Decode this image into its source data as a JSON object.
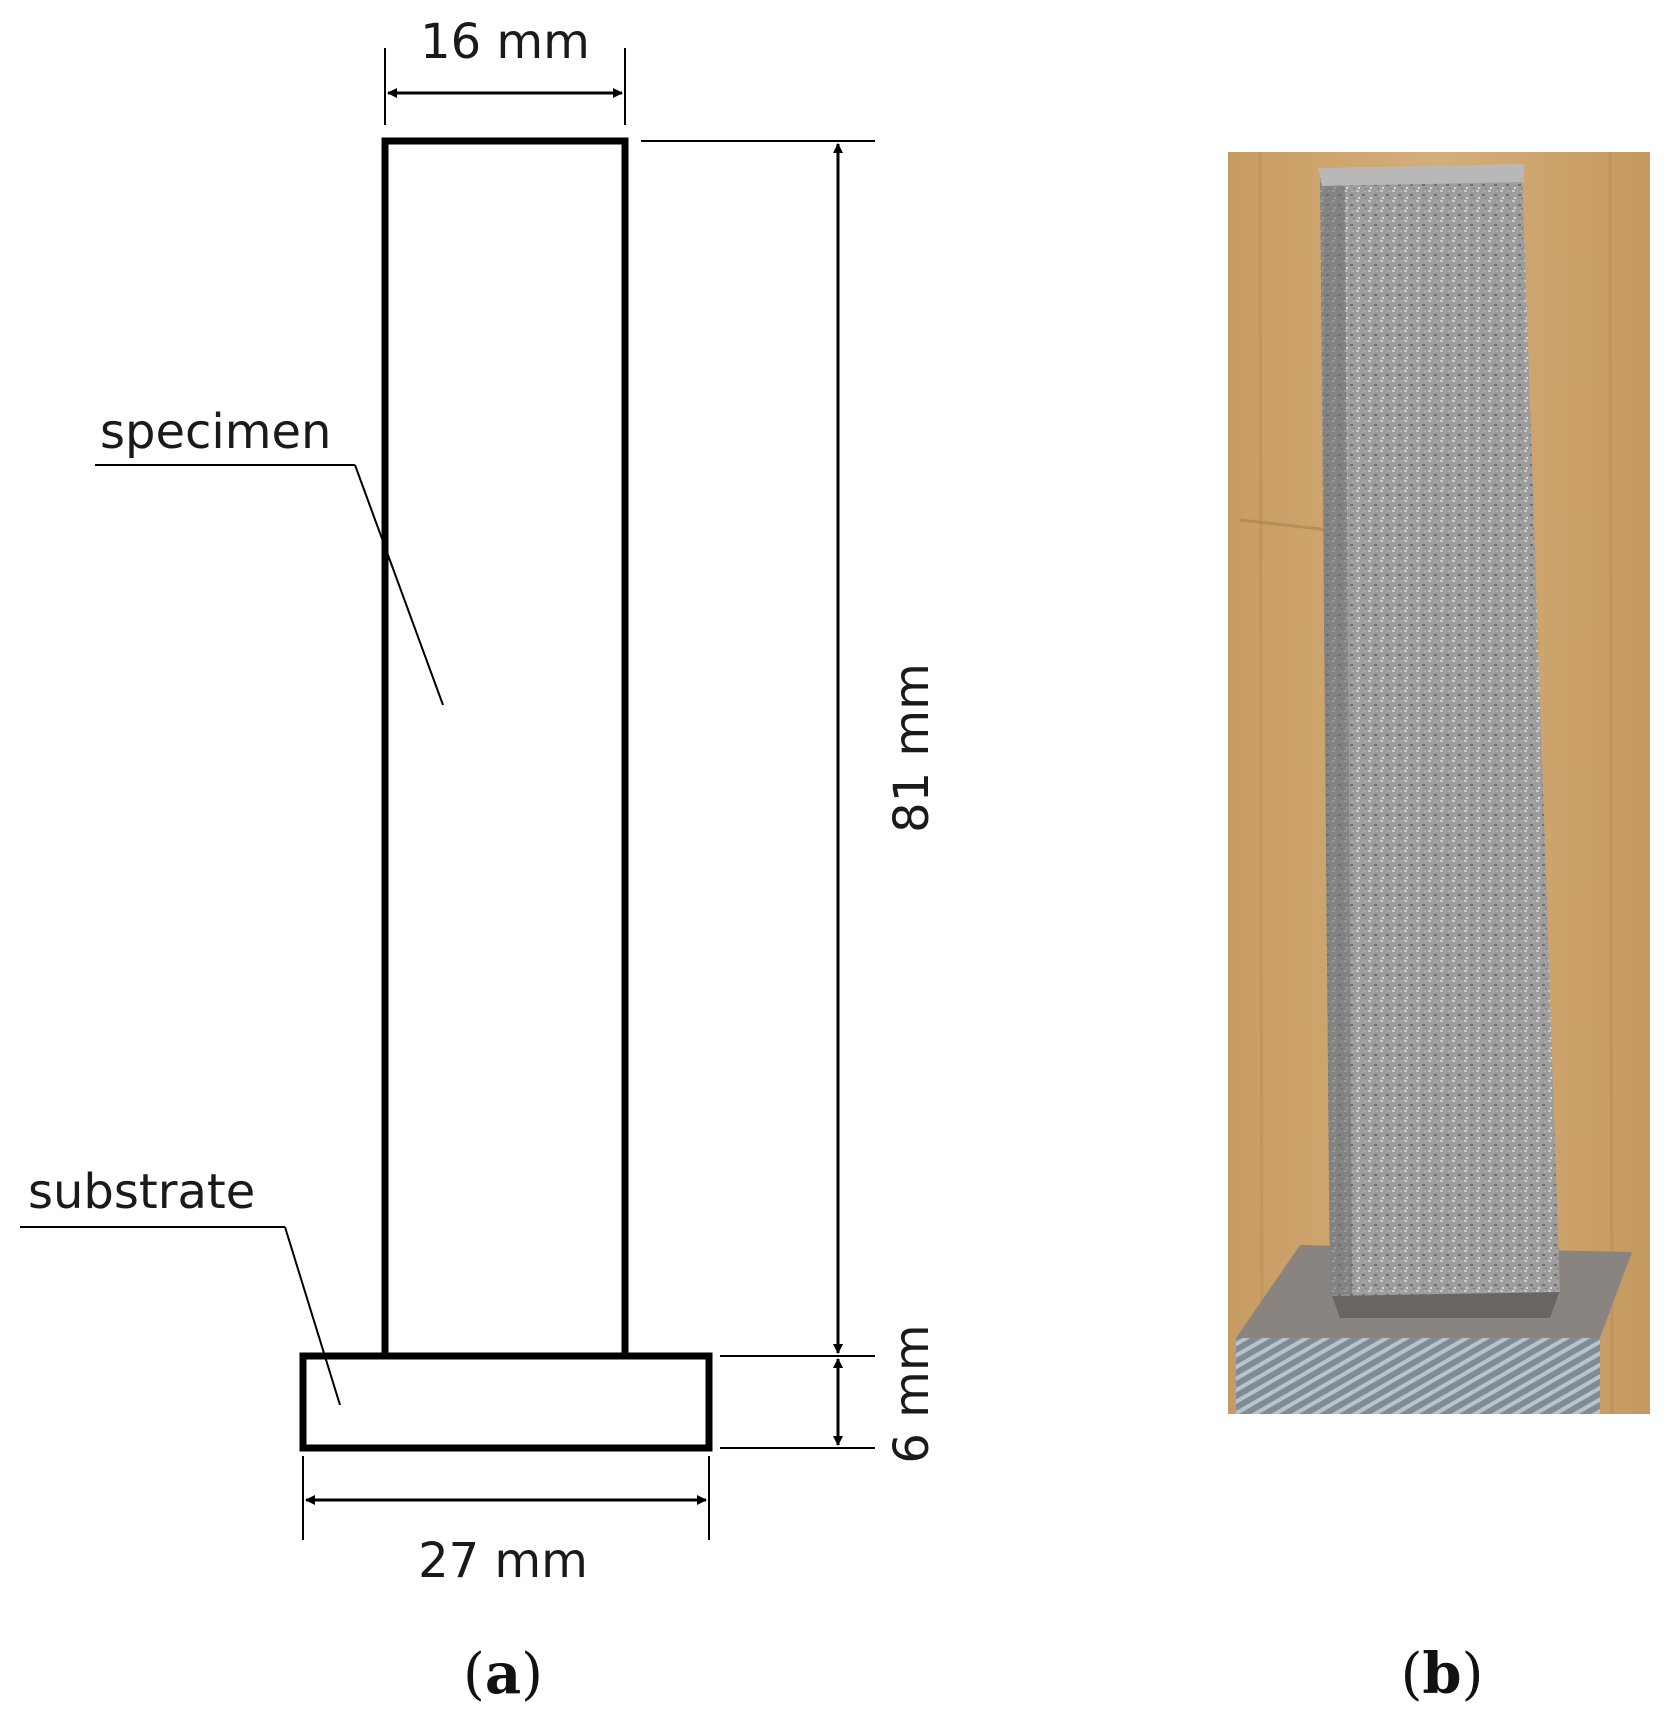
{
  "diagram": {
    "dimensions": {
      "specimen_width": "16 mm",
      "specimen_height": "81 mm",
      "substrate_height": "6 mm",
      "substrate_width": "27 mm"
    },
    "labels": {
      "specimen": "specimen",
      "substrate": "substrate"
    },
    "panels": {
      "a": {
        "open": "(",
        "letter": "a",
        "close": ")"
      },
      "b": {
        "open": "(",
        "letter": "b",
        "close": ")"
      }
    }
  },
  "colors": {
    "line": "#000000",
    "wood_background": "#caa36c",
    "metal": "#9a9a9a"
  }
}
